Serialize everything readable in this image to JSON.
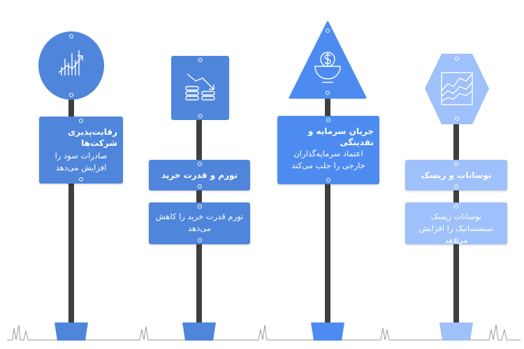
{
  "colors": {
    "post": "#3f3f3f",
    "sign1": "#4f86dc",
    "sign2": "#4f86dc",
    "sign3": "#4d8bf0",
    "sign4": "#9ec0fb",
    "grass": "#9a9a9a"
  },
  "signs": [
    {
      "icon": "rising-bars-icon",
      "title": "رقابت‌پذیری شرکت‌ها",
      "text": "صادرات سود را افزایش می‌دهد"
    },
    {
      "icon": "falling-coins-icon",
      "title": "تورم و قدرت خرید",
      "text": "تورم قدرت خرید را کاهش می‌دهد"
    },
    {
      "icon": "dollar-coin-bowl-icon",
      "title": "جریان سرمایه و نقدینگی",
      "text": "اعتماد سرمایه‌گذاران خارجی را جلب می‌کند"
    },
    {
      "icon": "volatile-area-chart-icon",
      "title": "نوسانات و ریسک",
      "text": "نوسانات ریسک سیستماتیک را افزایش می‌دهد"
    }
  ]
}
